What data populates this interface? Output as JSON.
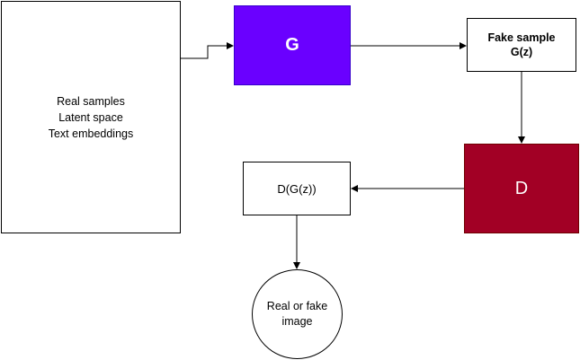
{
  "diagram": {
    "inputs": {
      "lines": [
        "Real samples",
        "Latent space",
        "Text embeddings"
      ]
    },
    "generator": {
      "label": "G",
      "color": "#6a00ff"
    },
    "fake_sample": {
      "line1": "Fake sample",
      "line2": "G(z)"
    },
    "discriminator": {
      "label": "D",
      "color": "#a20025"
    },
    "output": {
      "label": "D(G(z))"
    },
    "result": {
      "line1": "Real or fake",
      "line2": "image"
    },
    "edges": [
      {
        "from": "inputs",
        "to": "generator"
      },
      {
        "from": "generator",
        "to": "fake_sample"
      },
      {
        "from": "fake_sample",
        "to": "discriminator"
      },
      {
        "from": "discriminator",
        "to": "output"
      },
      {
        "from": "output",
        "to": "result"
      }
    ],
    "line_color": "#000000"
  }
}
